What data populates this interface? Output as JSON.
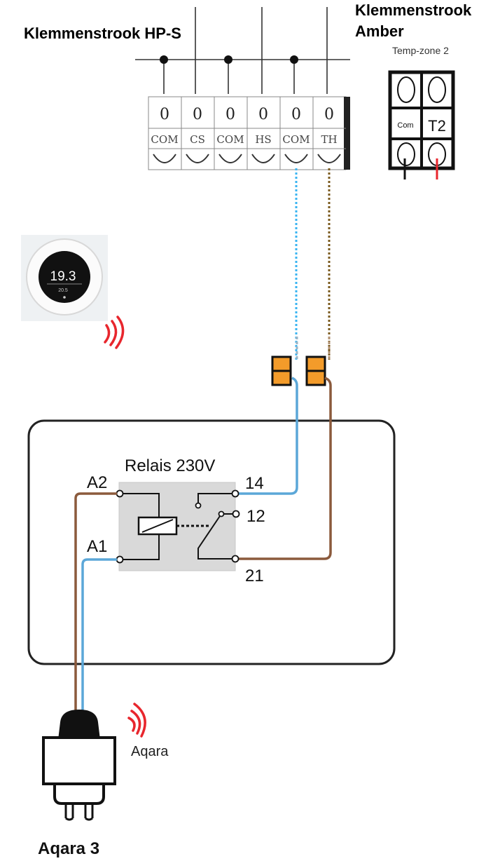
{
  "titles": {
    "hp_s": "Klemmenstrook HP-S",
    "amber_line1": "Klemmenstrook",
    "amber_line2": "Amber",
    "temp_zone": "Temp-zone 2",
    "bottom": "Aqara 3"
  },
  "terminal_strip_hps": {
    "numbers": [
      "0",
      "0",
      "0",
      "0",
      "0",
      "0"
    ],
    "labels": [
      "COM",
      "CS",
      "COM",
      "HS",
      "COM",
      "TH"
    ]
  },
  "terminal_amber": {
    "com_label": "Com",
    "t2_label": "T2"
  },
  "thermostat": {
    "temperature": "19.3",
    "sub_display": "20.5"
  },
  "relay": {
    "title": "Relais 230V",
    "pin_14": "14",
    "pin_12": "12",
    "pin_21": "21",
    "coil_a2": "A2",
    "coil_a1": "A1"
  },
  "plug": {
    "label": "Aqara"
  },
  "colors": {
    "wire_blue": "#5ba7d8",
    "wire_brown": "#8b5a3c",
    "wire_blue_dotted": "#3ab4f2",
    "wire_brown_dotted": "#7a5a1e",
    "connector_orange": "#f39b2a",
    "signal_red": "#e8262d",
    "relay_box": "#d9d9d9"
  }
}
